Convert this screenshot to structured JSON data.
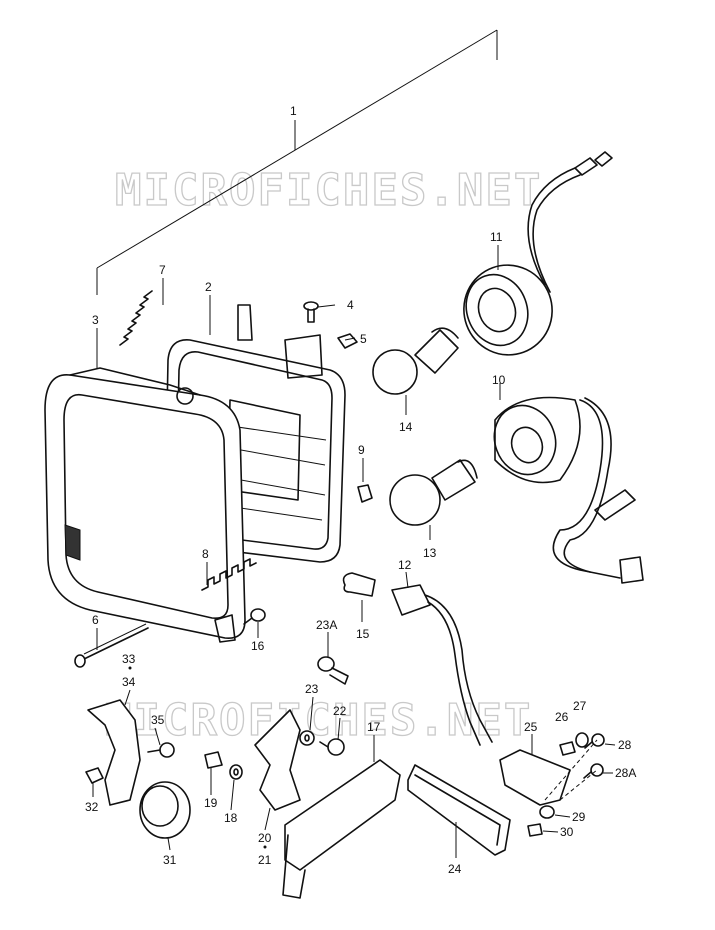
{
  "watermark": "MICROFICHES.NET",
  "labels": {
    "p1": "1",
    "p2": "2",
    "p3": "3",
    "p4": "4",
    "p5": "5",
    "p6": "6",
    "p7": "7",
    "p8": "8",
    "p9": "9",
    "p10": "10",
    "p11": "11",
    "p12": "12",
    "p13": "13",
    "p14": "14",
    "p15": "15",
    "p16": "16",
    "p17": "17",
    "p18": "18",
    "p19": "19",
    "p20": "20",
    "p21": "21",
    "p22": "22",
    "p23": "23",
    "p23a": "23A",
    "p24": "24",
    "p25": "25",
    "p26": "26",
    "p27": "27",
    "p28": "28",
    "p28a": "28A",
    "p29": "29",
    "p30": "30",
    "p31": "31",
    "p32": "32",
    "p33": "33",
    "p34": "34",
    "p35": "35"
  }
}
